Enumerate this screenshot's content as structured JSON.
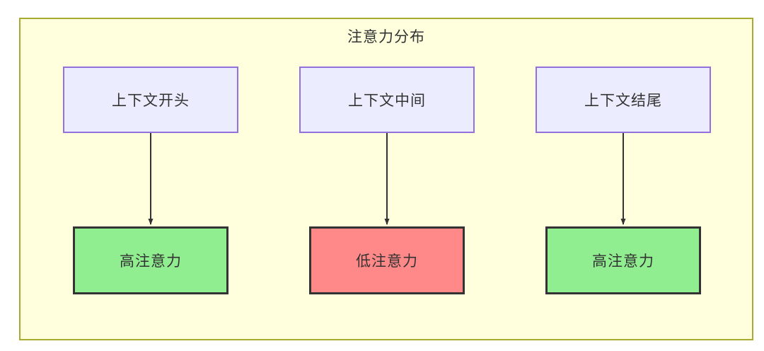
{
  "diagram": {
    "title": "注意力分布",
    "columns": [
      {
        "top": {
          "label": "上下文开头"
        },
        "bottom": {
          "label": "高注意力",
          "level": "high"
        }
      },
      {
        "top": {
          "label": "上下文中间"
        },
        "bottom": {
          "label": "低注意力",
          "level": "low"
        }
      },
      {
        "top": {
          "label": "上下文结尾"
        },
        "bottom": {
          "label": "高注意力",
          "level": "high"
        }
      }
    ],
    "colors": {
      "frame_fill": "#ffffde",
      "frame_border": "#aaaa33",
      "context_fill": "#ececff",
      "context_border": "#9370db",
      "high_attention_fill": "#90ee90",
      "low_attention_fill": "#ff8888",
      "result_border": "#333333",
      "arrow": "#333333",
      "text": "#333333"
    }
  }
}
